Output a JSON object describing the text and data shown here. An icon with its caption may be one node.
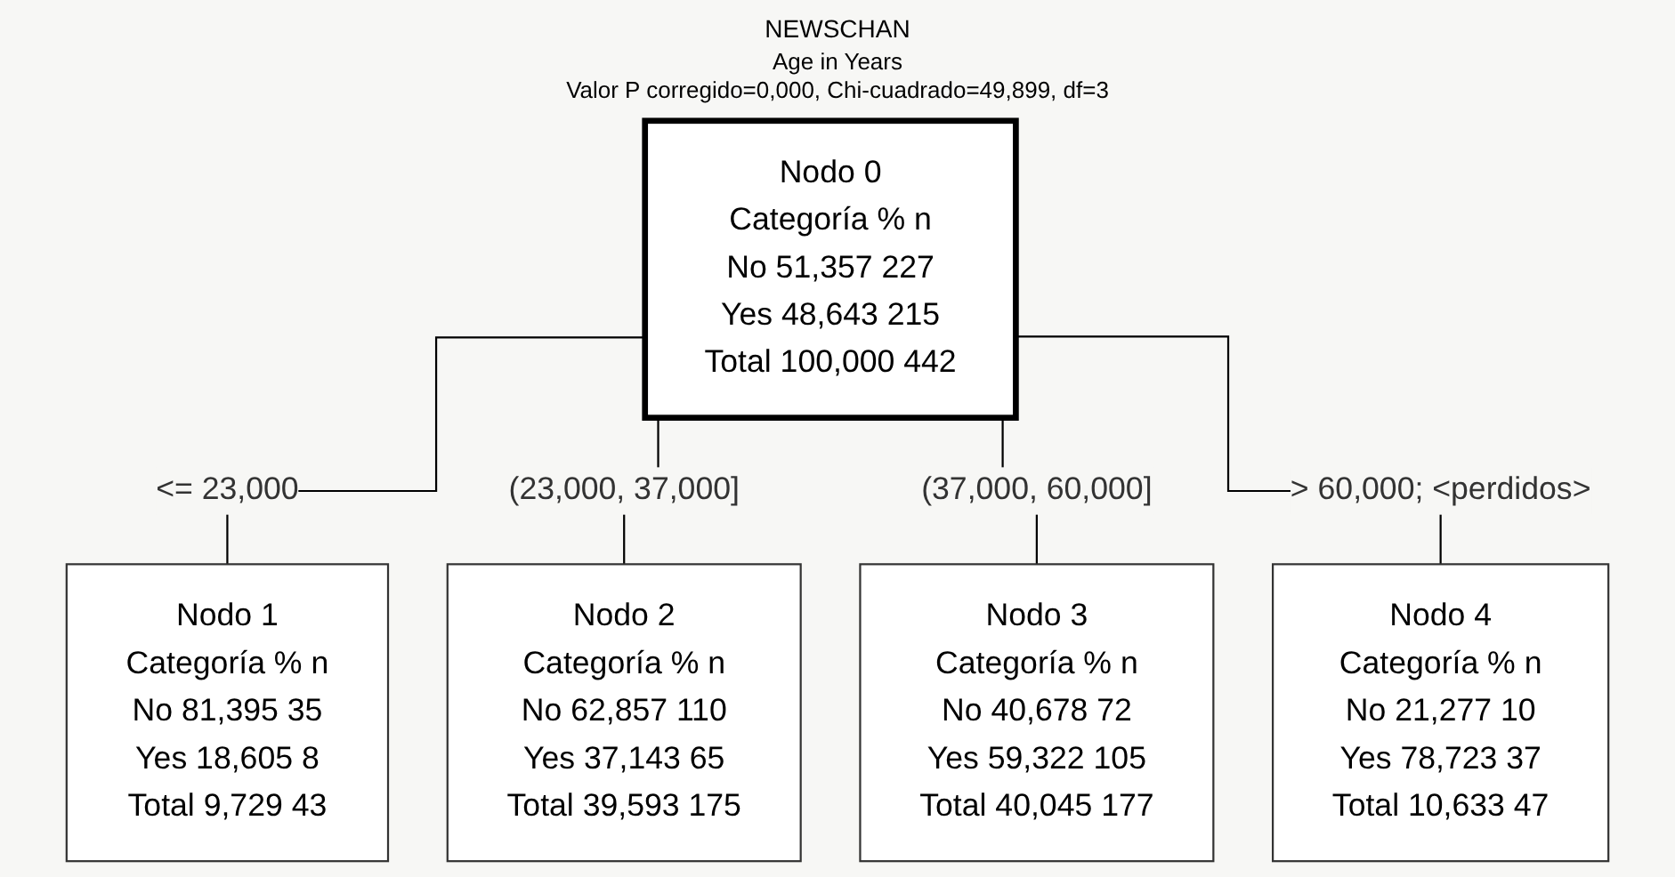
{
  "diagram": {
    "title": "NEWSCHAN",
    "nodes": [
      {
        "text": [
          "Nodo 0",
          "Categoría % n",
          "No 51,357 227",
          "Yes 48,643 215",
          "Total 100,000 442"
        ],
        "beside": [
          "Age in Years",
          "Valor P corregido=0,000, Chi-cuadrado=49,899, df=3"
        ]
      },
      {
        "text": [
          "Nodo 1",
          "Categoría % n",
          "No 81,395 35",
          "Yes 18,605 8",
          "Total 9,729 43"
        ]
      },
      {
        "text": [
          "Nodo 2",
          "Categoría % n",
          "No 62,857 110",
          "Yes 37,143 65",
          "Total 39,593 175"
        ]
      },
      {
        "text": [
          "Nodo 3",
          "Categoría % n",
          "No 40,678 72",
          "Yes 59,322 105",
          "Total 40,045 177"
        ]
      },
      {
        "text": [
          "Nodo 4",
          "Categoría % n",
          "No 21,277 10",
          "Yes 78,723 37",
          "Total 10,633 47"
        ]
      }
    ],
    "edges": [
      {
        "from": 0,
        "to": 1,
        "arrow": "none",
        "label": "<= 23,000"
      },
      {
        "from": 0,
        "to": 2,
        "arrow": "none",
        "label": "(23,000, 37,000]"
      },
      {
        "from": 0,
        "to": 3,
        "arrow": "none",
        "label": "(37,000, 60,000]"
      },
      {
        "from": 0,
        "to": 4,
        "arrow": "none",
        "label": "> 60,000;  <perdidos>"
      }
    ]
  }
}
